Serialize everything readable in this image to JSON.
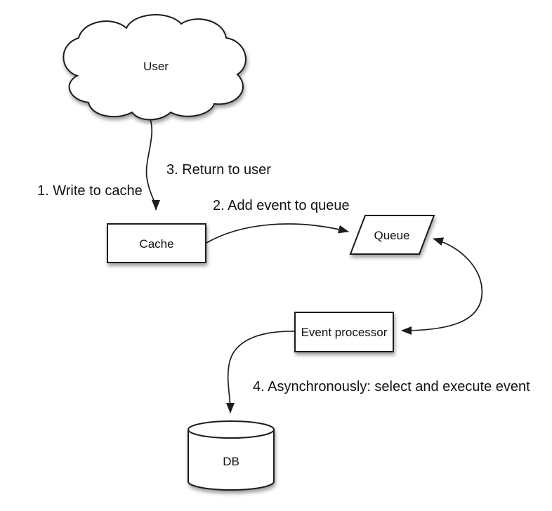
{
  "diagram": {
    "background_color": "#ffffff",
    "stroke_color": "#1c1c1c",
    "text_color": "#111111",
    "node_fill_color": "#ffffff",
    "nodes": {
      "user": {
        "label": "User",
        "shape": "cloud"
      },
      "cache": {
        "label": "Cache",
        "shape": "rectangle"
      },
      "queue": {
        "label": "Queue",
        "shape": "parallelogram"
      },
      "event_processor": {
        "label": "Event processor",
        "shape": "rectangle"
      },
      "db": {
        "label": "DB",
        "shape": "cylinder"
      }
    },
    "annotations": {
      "step1": "1. Write to cache",
      "step2": "2. Add event to queue",
      "step3": "3. Return to user",
      "step4": "4. Asynchronously: select and execute event"
    },
    "edges": [
      {
        "from": "user",
        "to": "cache",
        "direction": "one-way"
      },
      {
        "from": "cache",
        "to": "queue",
        "direction": "one-way"
      },
      {
        "from": "queue",
        "to": "event_processor",
        "direction": "two-way"
      },
      {
        "from": "event_processor",
        "to": "db",
        "direction": "one-way"
      }
    ]
  }
}
